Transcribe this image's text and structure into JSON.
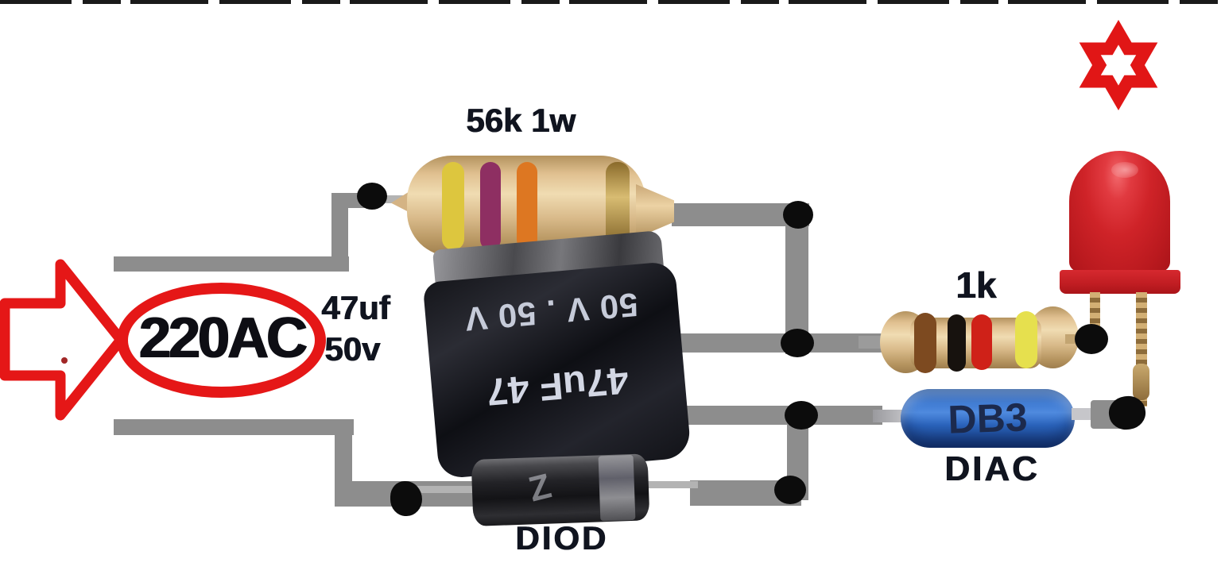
{
  "circuit": {
    "source": {
      "label": "220AC"
    },
    "resistor_56k": {
      "label": "56k 1w",
      "body_color": "#d9ba8a",
      "band_colors": [
        "#ddc63e",
        "#8e2f62",
        "#dd7722",
        "#a08038"
      ]
    },
    "capacitor": {
      "value_label": "47uf",
      "voltage_label": "50v",
      "print_line1": "50 V . 50 V",
      "print_line2": "47uF  47",
      "body_color": "#15161b",
      "print_color": "#c6cbd9"
    },
    "diode": {
      "label": "DIOD",
      "print": "Z",
      "body_color": "#232327"
    },
    "resistor_1k": {
      "label": "1k",
      "body_color": "#d9bc8e",
      "band_colors": [
        "#7d4a20",
        "#17120e",
        "#cf2118",
        "#e6e04e"
      ]
    },
    "diac": {
      "print": "DB3",
      "label": "DIAC",
      "body_color": "#2f6cc4"
    },
    "led": {
      "color": "#cc2127"
    },
    "icons": {
      "arrow": {
        "name": "arrow-right-icon",
        "color": "#e51717"
      },
      "star": {
        "name": "six-pointed-star-icon",
        "color": "#e11616"
      }
    }
  },
  "colors": {
    "background": "#ffffff",
    "wire": "#8d8d8d",
    "junction_dot": "#0c0c0c",
    "label_text": "#10141f",
    "accent_red": "#e51717"
  }
}
